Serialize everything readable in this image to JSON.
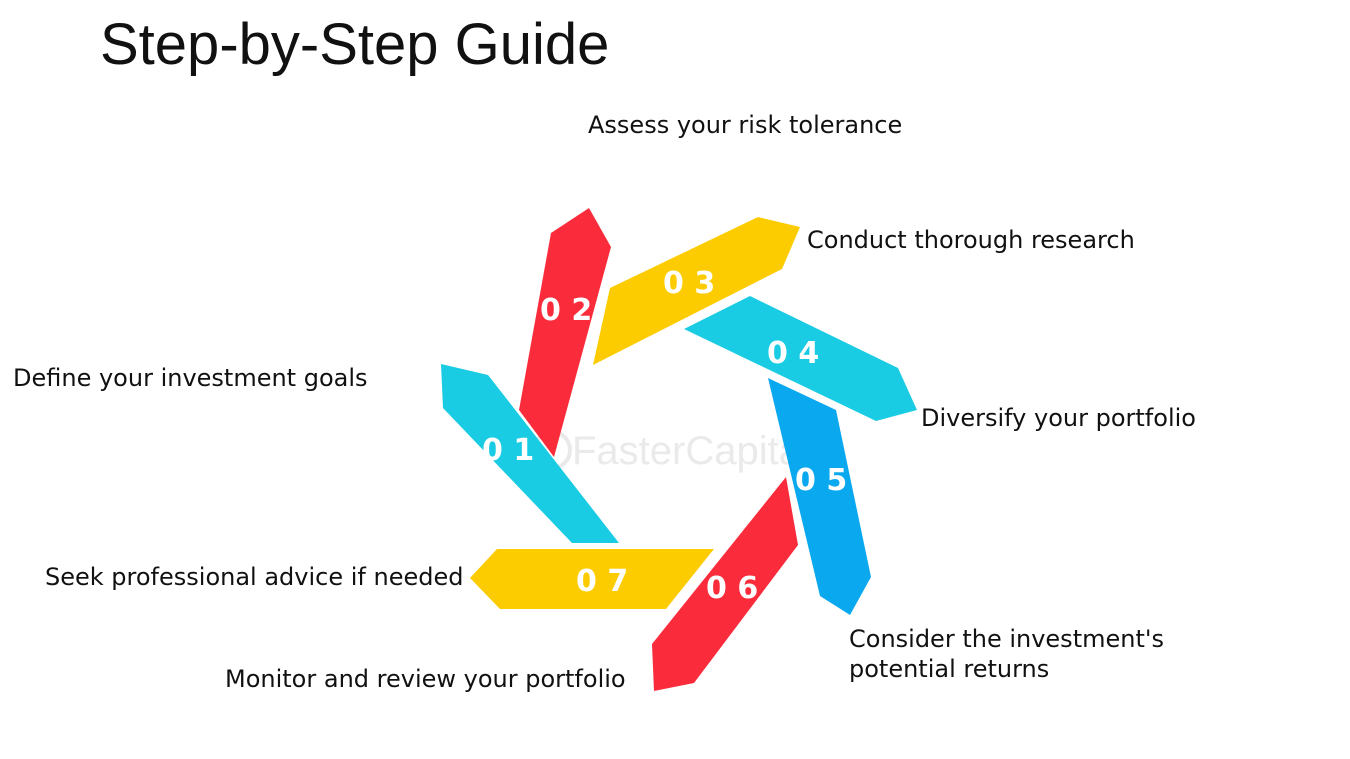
{
  "title": "Step-by-Step Guide",
  "watermark": "FasterCapital",
  "colors": {
    "cyan": "#19cbe3",
    "red": "#fa2c3c",
    "yellow": "#fccc00",
    "blue": "#0aa8ef"
  },
  "steps": [
    {
      "number": "0 1",
      "label": "Define your investment goals"
    },
    {
      "number": "0 2",
      "label": "Assess your risk tolerance"
    },
    {
      "number": "0 3",
      "label": "Conduct thorough research"
    },
    {
      "number": "0 4",
      "label": "Diversify your portfolio"
    },
    {
      "number": "0 5",
      "label": "Consider the investment's potential returns"
    },
    {
      "number": "0 6",
      "label": "Monitor and review your portfolio"
    },
    {
      "number": "0 7",
      "label": "Seek professional advice if needed"
    }
  ]
}
